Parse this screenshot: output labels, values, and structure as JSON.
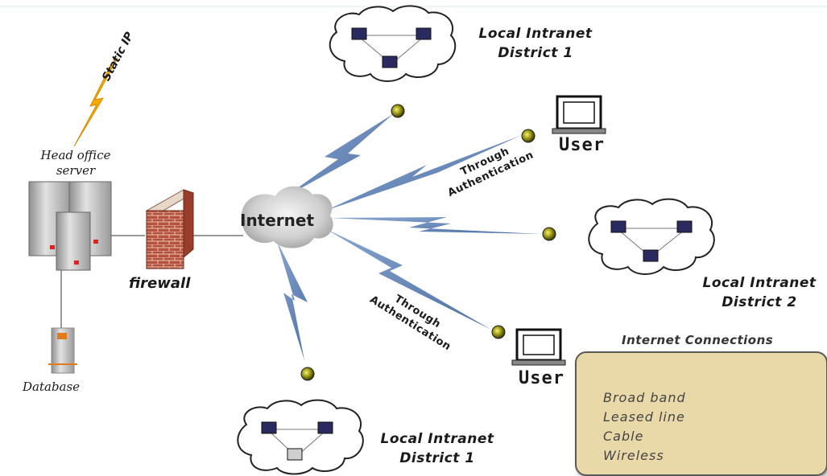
{
  "head_office": {
    "label_line1": "Head office",
    "label_line2": "server"
  },
  "static_ip": "Static IP",
  "database": "Database",
  "firewall": "firewall",
  "internet": "Internet",
  "district_top": {
    "line1": "Local Intranet",
    "line2": "District 1"
  },
  "district_right": {
    "line1": "Local Intranet",
    "line2": "District 2"
  },
  "district_bottom": {
    "line1": "Local Intranet",
    "line2": "District 1"
  },
  "user_top": "User",
  "user_bottom": "User",
  "auth_top": {
    "line1": "Through",
    "line2": "Authentication"
  },
  "auth_bottom": {
    "line1": "Through",
    "line2": "Authentication"
  },
  "legend": {
    "title": "Internet Connections",
    "items": [
      "Broad band",
      "Leased line",
      "Cable",
      "Wireless"
    ]
  },
  "colors": {
    "lightning_blue": "#5f7fb0",
    "static_ip_bolt": "#f2a900",
    "brick": "#b5513d",
    "node_dot": "#9a9a1a",
    "legend_bg": "#ead9a8"
  }
}
